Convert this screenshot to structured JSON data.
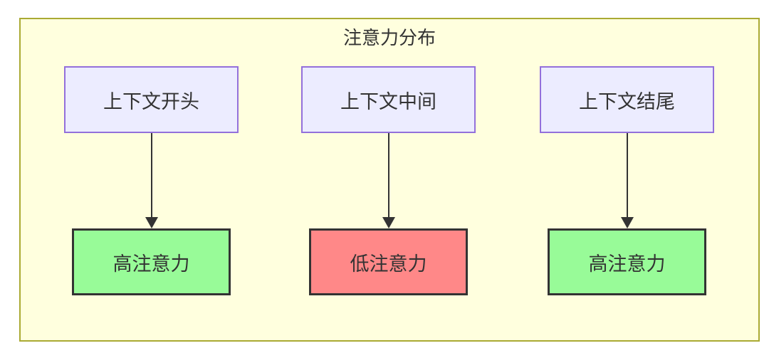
{
  "diagram": {
    "title": "注意力分布",
    "columns": [
      {
        "source": "上下文开头",
        "target": "高注意力",
        "target_type": "high"
      },
      {
        "source": "上下文中间",
        "target": "低注意力",
        "target_type": "low"
      },
      {
        "source": "上下文结尾",
        "target": "高注意力",
        "target_type": "high"
      }
    ],
    "colors": {
      "container_bg": "#FFFFDE",
      "container_border": "#AAAA33",
      "source_fill": "#ECECFF",
      "source_border": "#9370DB",
      "high_fill": "#98FB98",
      "low_fill": "#FF8888",
      "target_border": "#333333",
      "arrow_color": "#333333",
      "text_color": "#333333"
    }
  }
}
